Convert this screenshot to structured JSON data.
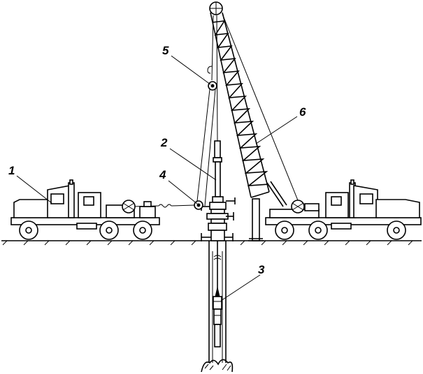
{
  "labels": {
    "l1": "1",
    "l2": "2",
    "l3": "3",
    "l4": "4",
    "l5": "5",
    "l6": "6"
  },
  "colors": {
    "stroke": "#000000",
    "background": "#ffffff"
  }
}
